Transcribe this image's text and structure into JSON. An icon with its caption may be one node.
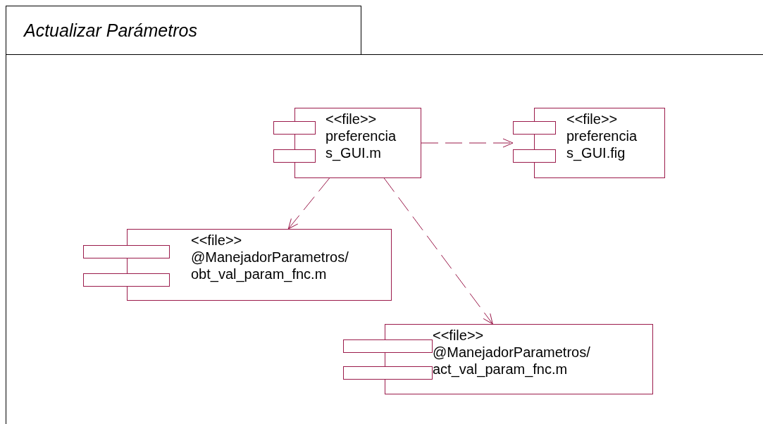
{
  "diagram": {
    "nodes": [
      {
        "text": [
          "Actualizar Parámetros"
        ]
      },
      {
        "text": [
          "<<file>>",
          "preferencias_GUI.m"
        ],
        "in": 0
      },
      {
        "text": [
          "<<file>>",
          "preferencias_GUI.fig"
        ],
        "in": 0
      },
      {
        "text": [
          "<<file>>",
          "@ManejadorParametros/obt_val_param_fnc.m"
        ],
        "in": 0
      },
      {
        "text": [
          "<<file>>",
          "@ManejadorParametros/act_val_param_fnc.m"
        ],
        "in": 0
      }
    ],
    "edges": [
      {
        "from": 1,
        "to": 2,
        "arrow": "to",
        "style": "dashed"
      },
      {
        "from": 1,
        "to": 3,
        "arrow": "to",
        "style": "dashed"
      },
      {
        "from": 1,
        "to": 4,
        "arrow": "to",
        "style": "dashed"
      }
    ]
  }
}
